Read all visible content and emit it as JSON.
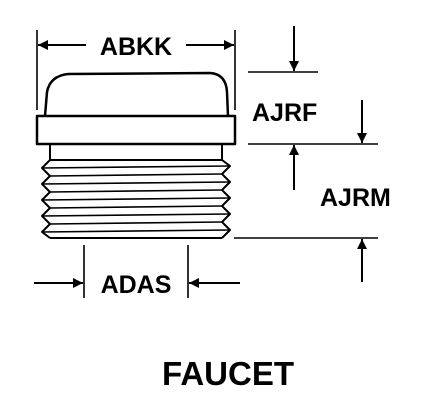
{
  "diagram": {
    "title": "FAUCET",
    "dimensions": {
      "width_top": "ABKK",
      "cap_height": "AJRF",
      "thread_height": "AJRM",
      "thread_diameter": "ADAS"
    },
    "colors": {
      "ink": "#000000",
      "paper": "#ffffff"
    }
  }
}
